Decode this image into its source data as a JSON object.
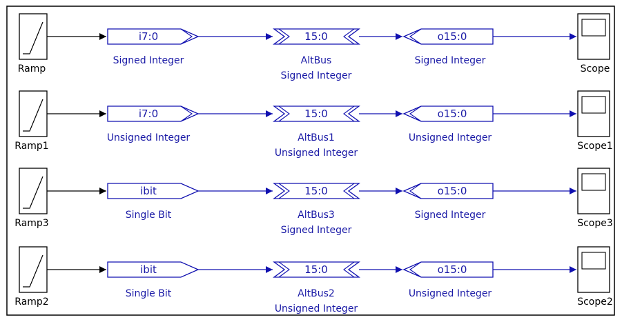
{
  "colors": {
    "signal": "#1010b0",
    "border": "#000000",
    "background": "#ffffff",
    "text_blue": "#1a1aa6"
  },
  "rows": [
    {
      "ramp": "Ramp",
      "input_text": "i7:0",
      "input_label": "Signed Integer",
      "bus_text": "15:0",
      "bus_name": "AltBus",
      "bus_type": "Signed Integer",
      "output_text": "o15:0",
      "output_label": "Signed Integer",
      "scope": "Scope"
    },
    {
      "ramp": "Ramp1",
      "input_text": "i7:0",
      "input_label": "Unsigned Integer",
      "bus_text": "15:0",
      "bus_name": "AltBus1",
      "bus_type": "Unsigned Integer",
      "output_text": "o15:0",
      "output_label": "Unsigned Integer",
      "scope": "Scope1"
    },
    {
      "ramp": "Ramp3",
      "input_text": "ibit",
      "input_label": "Single Bit",
      "bus_text": "15:0",
      "bus_name": "AltBus3",
      "bus_type": "Signed Integer",
      "output_text": "o15:0",
      "output_label": "Signed Integer",
      "scope": "Scope3"
    },
    {
      "ramp": "Ramp2",
      "input_text": "ibit",
      "input_label": "Single Bit",
      "bus_text": "15:0",
      "bus_name": "AltBus2",
      "bus_type": "Unsigned Integer",
      "output_text": "o15:0",
      "output_label": "Unsigned Integer",
      "scope": "Scope2"
    }
  ]
}
